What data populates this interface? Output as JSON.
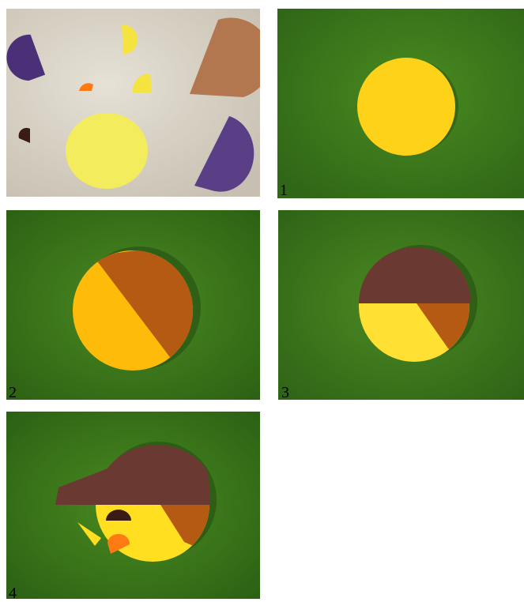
{
  "steps": [
    {
      "label": ""
    },
    {
      "label": "1"
    },
    {
      "label": "2"
    },
    {
      "label": "3"
    },
    {
      "label": "4"
    }
  ],
  "colors": {
    "green_background": "#3f7d1e",
    "beige_background": "#ddd8cc",
    "yellow": "#ffd21a",
    "pale_yellow": "#f3ec5c",
    "orange": "#ffb400",
    "brown": "#b45a12",
    "dark_brown": "#6a3a32",
    "purple": "#5a3f86",
    "tan": "#b2774f",
    "beak_orange": "#ff7a12"
  }
}
